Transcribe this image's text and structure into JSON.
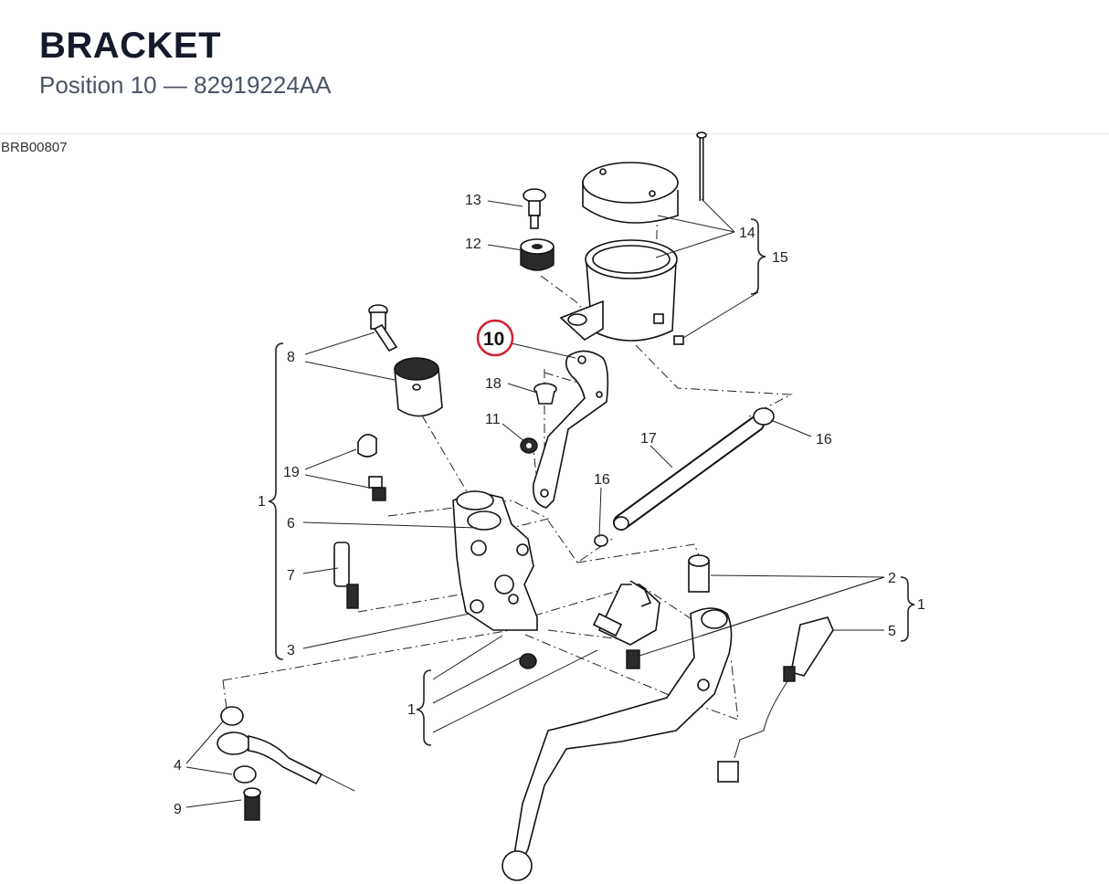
{
  "header": {
    "title": "BRACKET",
    "position_label": "Position 10",
    "separator": "—",
    "part_number": "82919224AA"
  },
  "diagram": {
    "code": "BRB00807",
    "highlighted_callout": "10",
    "highlight_color": "#d0202e",
    "callouts": {
      "c13": "13",
      "c12": "12",
      "c14": "14",
      "c15": "15",
      "c10": "10",
      "c8": "8",
      "c18": "18",
      "c11": "11",
      "c17": "17",
      "c16a": "16",
      "c16b": "16",
      "c19": "19",
      "c1a": "1",
      "c6": "6",
      "c7": "7",
      "c2": "2",
      "c1b": "1",
      "c5": "5",
      "c3": "3",
      "c1c": "1",
      "c4": "4",
      "c9": "9"
    }
  }
}
